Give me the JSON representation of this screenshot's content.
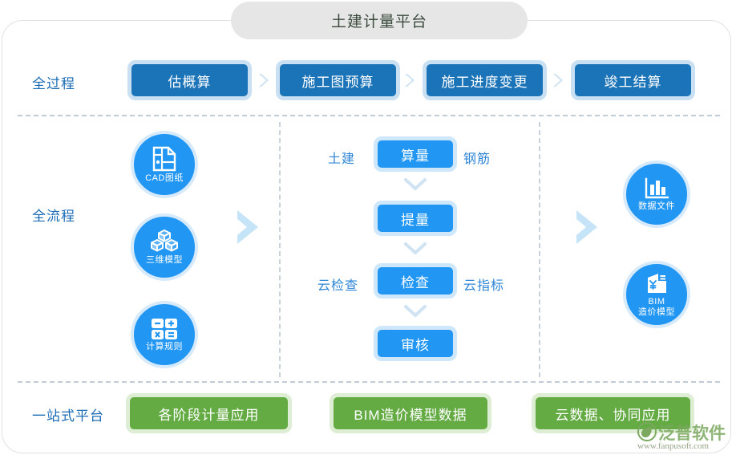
{
  "header": {
    "title": "土建计量平台"
  },
  "rows": {
    "process_label": "全过程",
    "flow_label": "全流程",
    "onestop_label": "一站式平台"
  },
  "stages": [
    {
      "label": "估概算"
    },
    {
      "label": "施工图预算"
    },
    {
      "label": "施工进度变更"
    },
    {
      "label": "竣工结算"
    }
  ],
  "left_circles": [
    {
      "label": "CAD图纸",
      "icon": "cad-drawing-icon"
    },
    {
      "label": "三维模型",
      "icon": "three-d-model-icon"
    },
    {
      "label": "计算规则",
      "icon": "calculator-icon"
    }
  ],
  "middle": {
    "buttons": [
      {
        "label": "算量",
        "left_tag": "土建",
        "right_tag": "钢筋"
      },
      {
        "label": "提量",
        "left_tag": "",
        "right_tag": ""
      },
      {
        "label": "检查",
        "left_tag": "云检查",
        "right_tag": "云指标"
      },
      {
        "label": "审核",
        "left_tag": "",
        "right_tag": ""
      }
    ]
  },
  "right_circles": [
    {
      "label": "数据文件",
      "icon": "bar-chart-icon"
    },
    {
      "label_line1": "BIM",
      "label_line2": "造价模型",
      "icon": "bim-cost-building-icon"
    }
  ],
  "bottom": [
    {
      "label": "各阶段计量应用"
    },
    {
      "label": "BIM造价模型数据"
    },
    {
      "label": "云数据、协同应用"
    }
  ],
  "watermark": {
    "brand": "泛普软件",
    "url": "www.fanpusoft.com"
  },
  "colors": {
    "title_pill_bg": "#e6e6e6",
    "stage_blue": "#1c74b8",
    "stage_border": "#c8e0f2",
    "accent_blue": "#2196f3",
    "accent_border": "#cfe7fb",
    "label_blue": "#1c6cb5",
    "green": "#64ab44",
    "green_border": "#ddeed4",
    "dash_gray": "#c2ccd6",
    "frame_gray": "#e2e2e2"
  }
}
